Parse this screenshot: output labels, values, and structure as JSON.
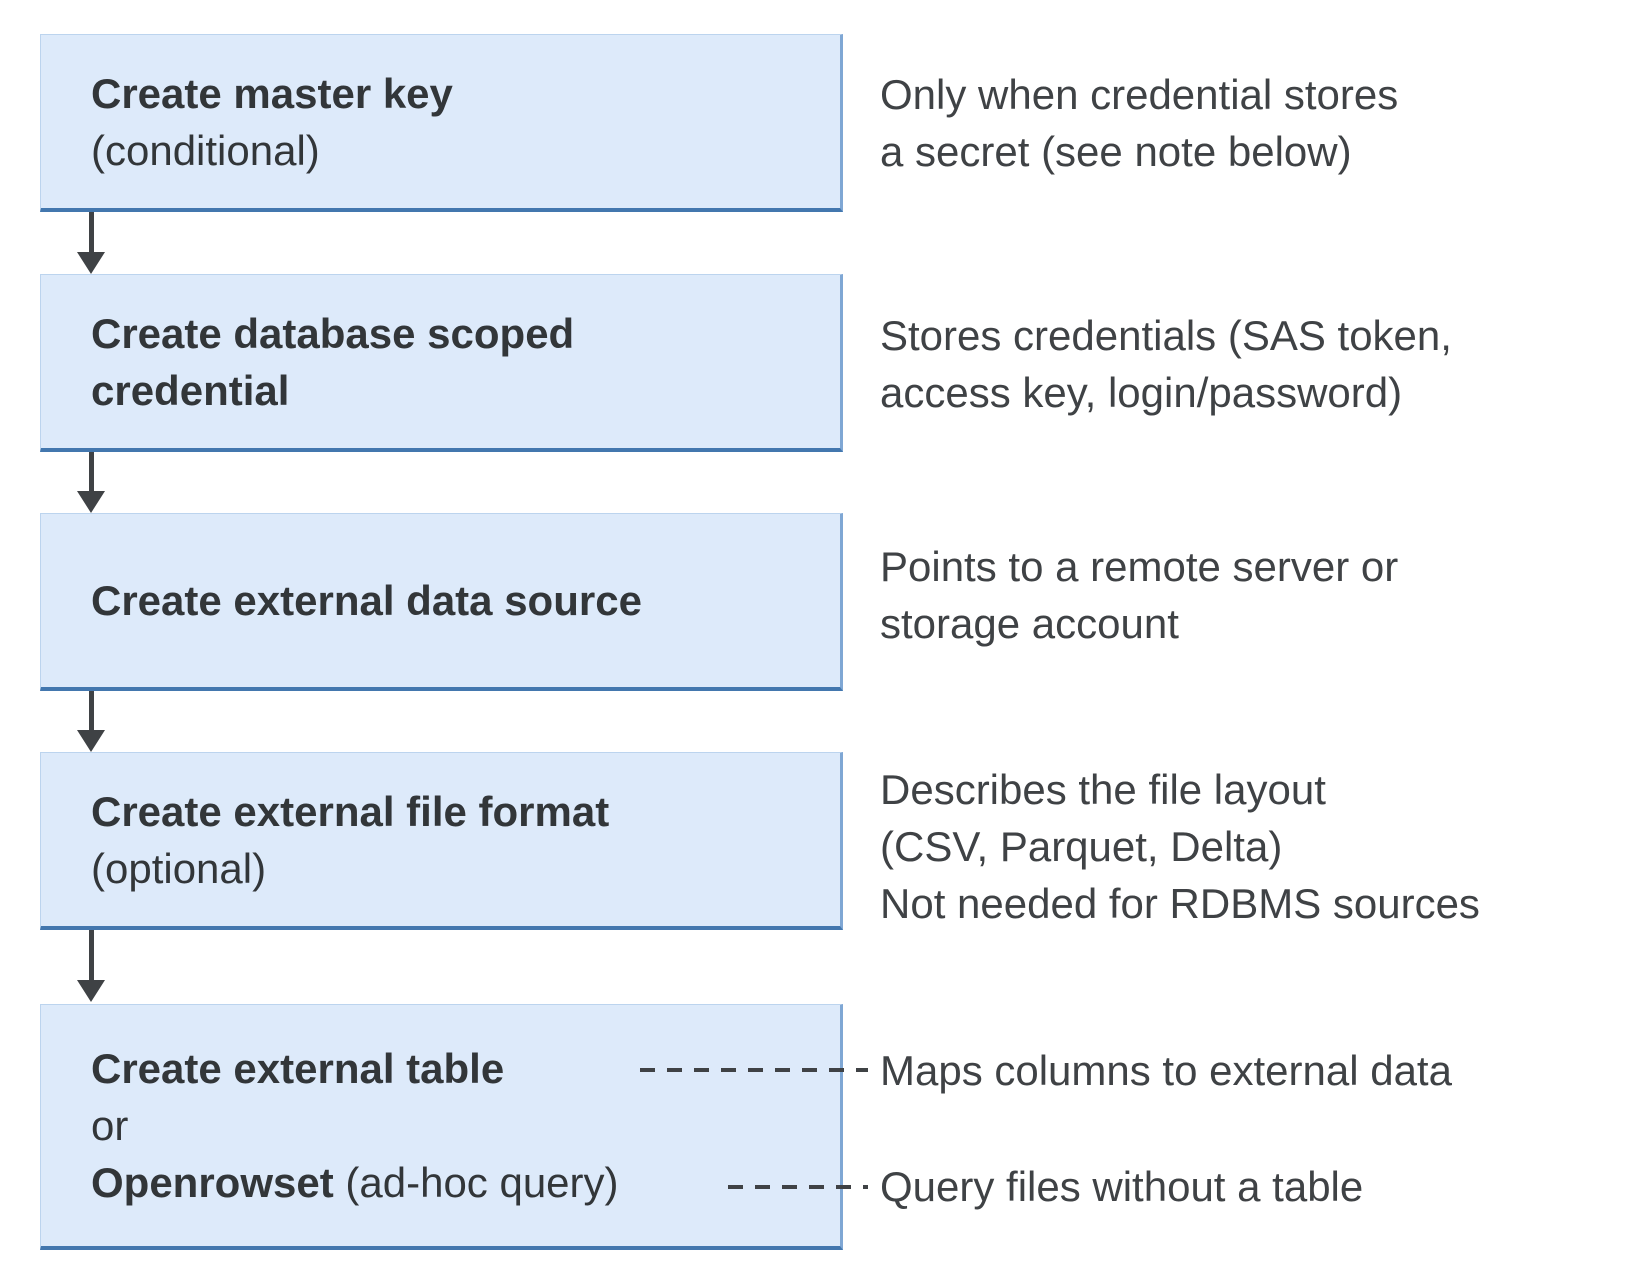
{
  "diagram": {
    "colors": {
      "box_fill": "#ddeafa",
      "box_edge": "#bcd4ee",
      "box_edge_right": "#7fa7d4",
      "box_edge_bottom": "#4377ae",
      "arrow": "#3f4245",
      "title_text": "#323639",
      "note_text": "#3f4245"
    },
    "steps": [
      {
        "title": "Create master key",
        "qualifier": "(conditional)",
        "note": {
          "lines": [
            "Only when credential stores",
            "a secret (see note below)"
          ]
        }
      },
      {
        "title_lines": [
          "Create database scoped",
          "credential"
        ],
        "note": {
          "lines": [
            "Stores credentials (SAS token,",
            "access key, login/password)"
          ]
        }
      },
      {
        "title": "Create external data source",
        "note": {
          "lines": [
            "Points to a remote server or",
            "storage account"
          ]
        }
      },
      {
        "title": "Create external file format",
        "qualifier": "(optional)",
        "note": {
          "lines": [
            "Describes the file layout",
            "(CSV, Parquet, Delta)",
            "Not needed for RDBMS sources"
          ]
        }
      },
      {
        "title": "Create external table",
        "or_word": "or",
        "alt_title": "Openrowset",
        "alt_qualifier": "(ad-hoc query)",
        "note_table": "Maps columns to external data",
        "note_openrowset": "Query files without a table"
      }
    ]
  }
}
